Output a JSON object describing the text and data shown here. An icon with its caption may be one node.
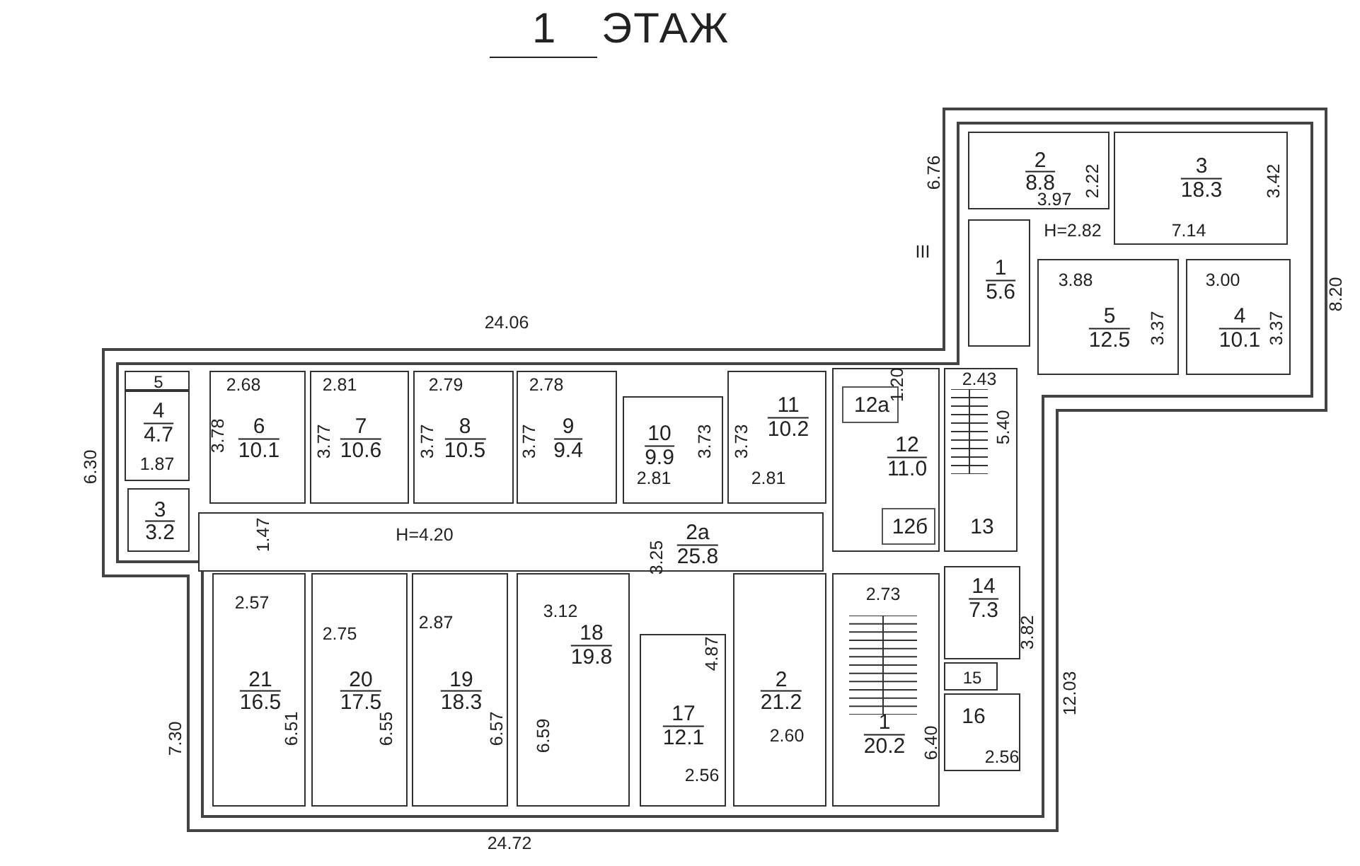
{
  "diagram": {
    "title": "1 ЭТАЖ",
    "nodes": [
      {
        "text": [
          "2",
          "8.8"
        ]
      },
      {
        "text": [
          "3",
          "18.3"
        ]
      },
      {
        "text": [
          "1",
          "5.6"
        ]
      },
      {
        "text": [
          "5",
          "12.5"
        ]
      },
      {
        "text": [
          "4",
          "10.1"
        ]
      },
      {
        "text": [
          "5"
        ]
      },
      {
        "text": [
          "4",
          "4.7"
        ]
      },
      {
        "text": [
          "6",
          "10.1"
        ]
      },
      {
        "text": [
          "7",
          "10.6"
        ]
      },
      {
        "text": [
          "8",
          "10.5"
        ]
      },
      {
        "text": [
          "9",
          "9.4"
        ]
      },
      {
        "text": [
          "10",
          "9.9"
        ]
      },
      {
        "text": [
          "11",
          "10.2"
        ]
      },
      {
        "text": [
          "12",
          "11.0"
        ]
      },
      {
        "text": [
          "12а"
        ],
        "in": 13
      },
      {
        "text": [
          "12б"
        ],
        "in": 13
      },
      {
        "text": [
          "13"
        ]
      },
      {
        "text": [
          "3",
          "3.2"
        ]
      },
      {
        "text": [
          "2а",
          "25.8"
        ]
      },
      {
        "text": [
          "14",
          "7.3"
        ]
      },
      {
        "text": [
          "15"
        ]
      },
      {
        "text": [
          "16"
        ]
      },
      {
        "text": [
          "21",
          "16.5"
        ]
      },
      {
        "text": [
          "20",
          "17.5"
        ]
      },
      {
        "text": [
          "19",
          "18.3"
        ]
      },
      {
        "text": [
          "18",
          "19.8"
        ]
      },
      {
        "text": [
          "2",
          "21.2"
        ]
      },
      {
        "text": [
          "17",
          "12.1"
        ]
      },
      {
        "text": [
          "1",
          "20.2"
        ]
      }
    ],
    "labels": [
      "6.76",
      "2.22",
      "3.97",
      "3.42",
      "H=2.82",
      "7.14",
      "III",
      "3.88",
      "3.00",
      "8.20",
      "3.37",
      "3.37",
      "24.06",
      "2.43",
      "2.68",
      "2.81",
      "2.79",
      "2.78",
      "1.20",
      "3.78",
      "3.77",
      "3.77",
      "3.77",
      "3.73",
      "3.73",
      "5.40",
      "1.87",
      "6.30",
      "2.81",
      "2.81",
      "1.47",
      "H=4.20",
      "3.25",
      "2.73",
      "2.57",
      "2.75",
      "2.87",
      "3.12",
      "3.82",
      "4.87",
      "12.03",
      "7.30",
      "6.51",
      "6.55",
      "6.57",
      "6.59",
      "2.60",
      "6.40",
      "2.56",
      "2.56",
      "24.72"
    ]
  }
}
